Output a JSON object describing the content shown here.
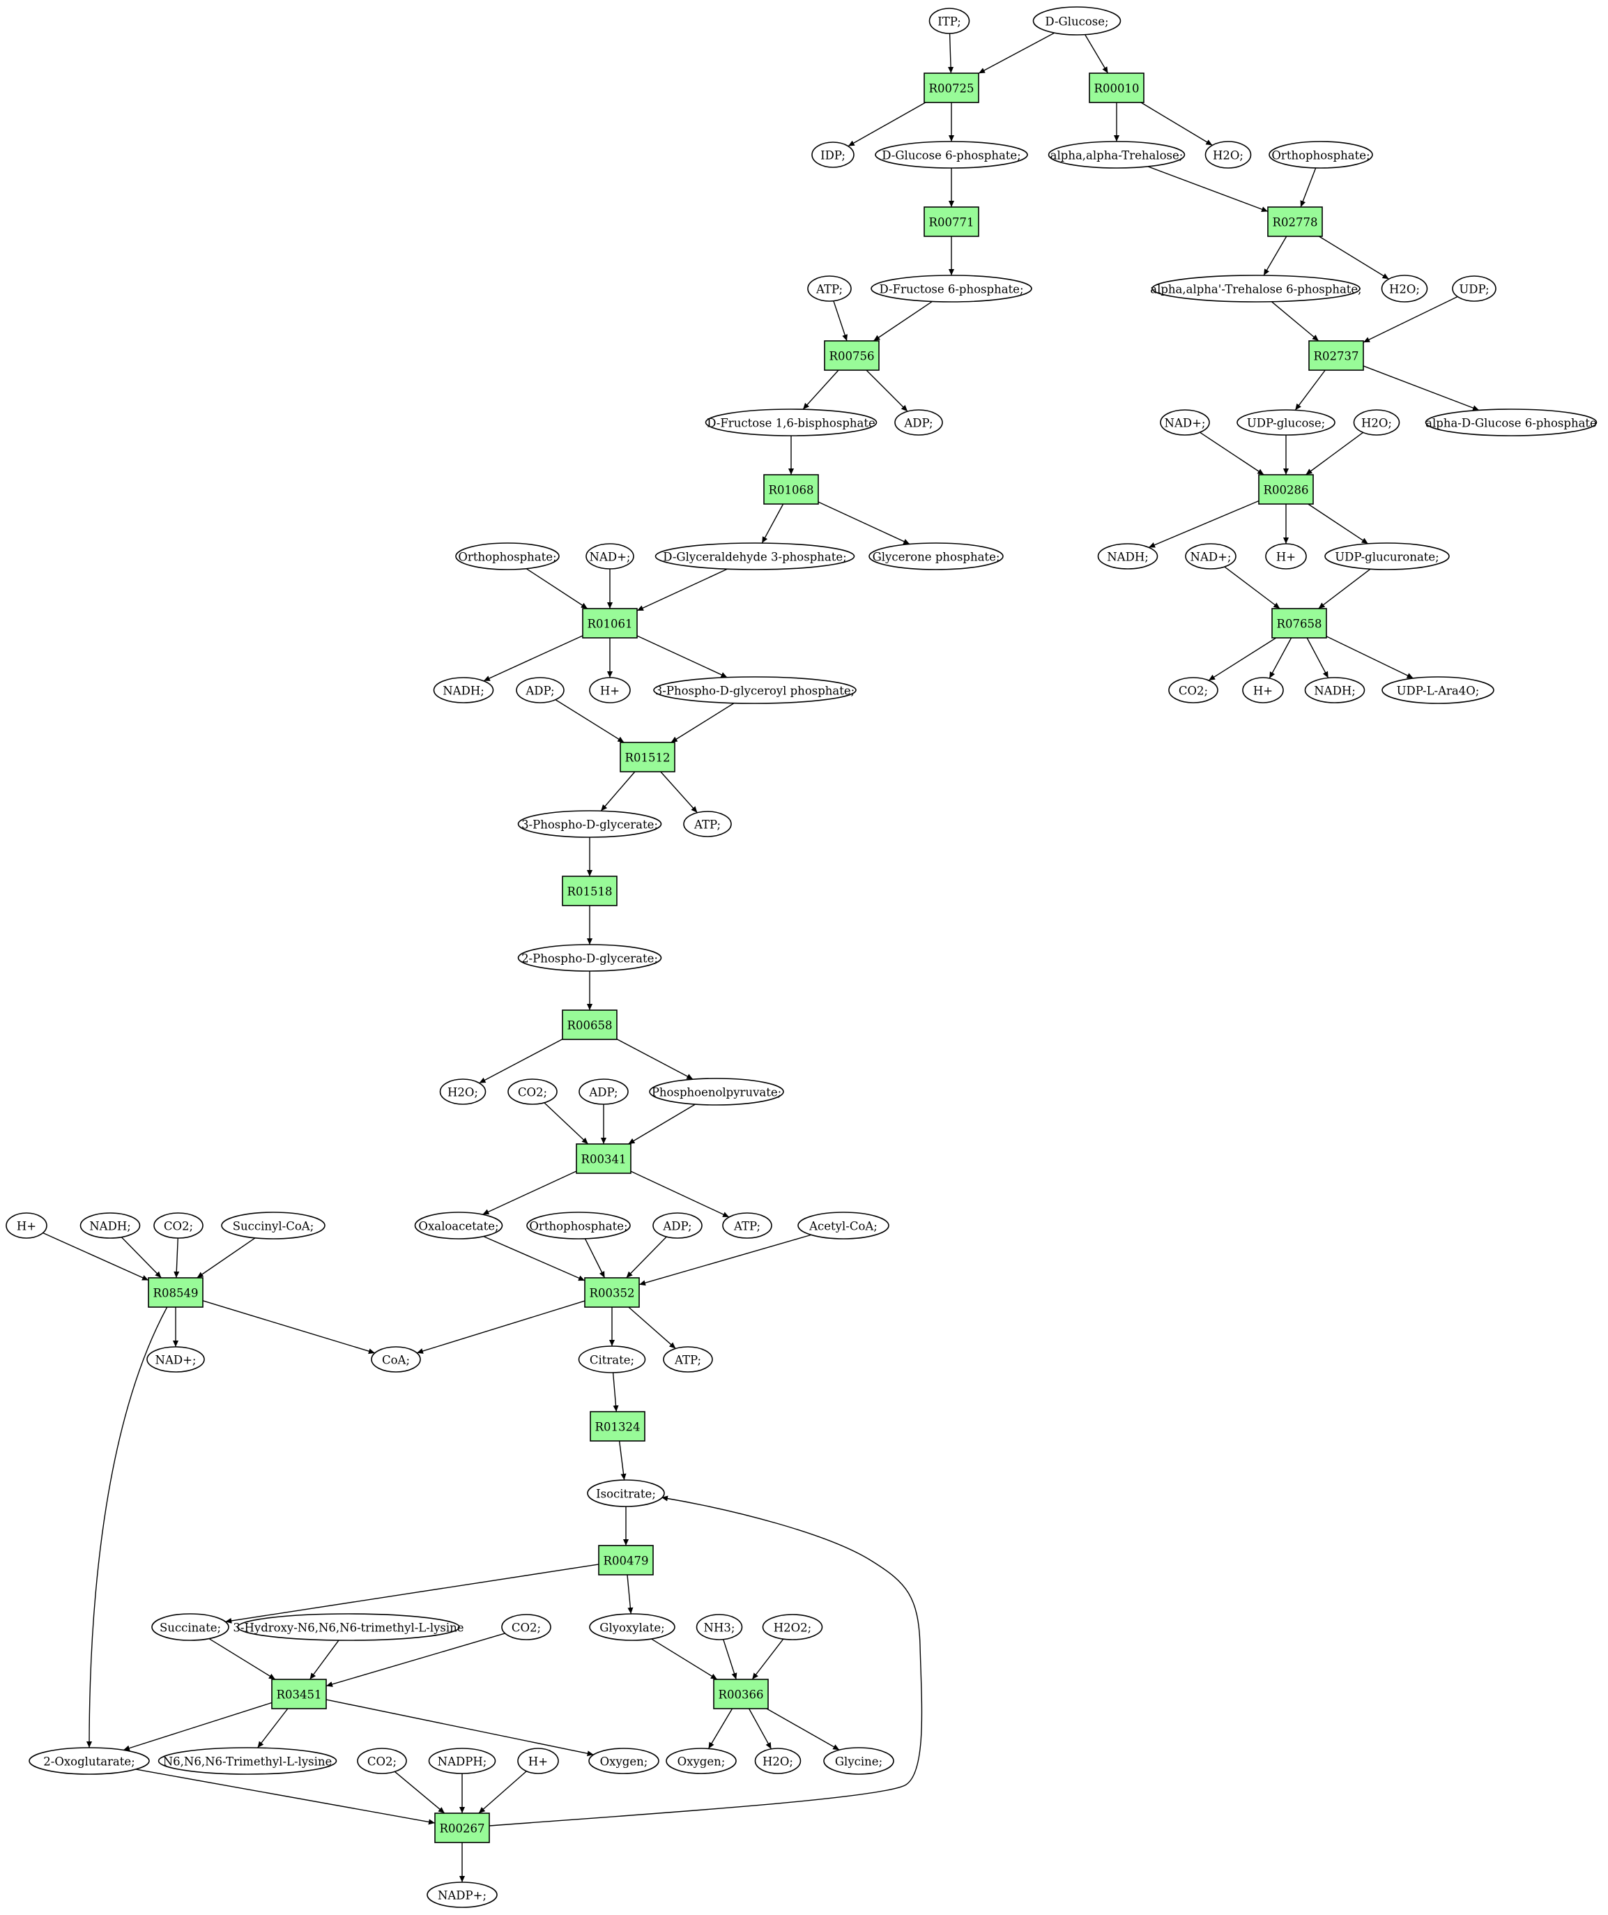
{
  "colors": {
    "background": "#ffffff",
    "reaction_fill": "#98fb98",
    "start_fill": "#00ff00",
    "target_fill": "#ffff00",
    "default_fill": "#ffffff"
  },
  "nodes": {
    "itp": {
      "label": "ITP;",
      "shape": "ellipse"
    },
    "dglucose": {
      "label": "D-Glucose;",
      "shape": "ellipse",
      "fill": "start"
    },
    "r00725": {
      "label": "R00725",
      "shape": "box"
    },
    "r00010": {
      "label": "R00010",
      "shape": "box"
    },
    "idp": {
      "label": "IDP;",
      "shape": "ellipse"
    },
    "g6p": {
      "label": "D-Glucose 6-phosphate;",
      "shape": "ellipse"
    },
    "trehalose": {
      "label": "alpha,alpha-Trehalose;",
      "shape": "ellipse"
    },
    "h2o_1": {
      "label": "H2O;",
      "shape": "ellipse"
    },
    "pi_1": {
      "label": "Orthophosphate;",
      "shape": "ellipse"
    },
    "r00771": {
      "label": "R00771",
      "shape": "box"
    },
    "r02778": {
      "label": "R02778",
      "shape": "box"
    },
    "atp_1": {
      "label": "ATP;",
      "shape": "ellipse"
    },
    "f6p": {
      "label": "D-Fructose 6-phosphate;",
      "shape": "ellipse"
    },
    "t6p": {
      "label": "alpha,alpha'-Trehalose 6-phosphate;",
      "shape": "ellipse"
    },
    "h2o_2": {
      "label": "H2O;",
      "shape": "ellipse"
    },
    "udp": {
      "label": "UDP;",
      "shape": "ellipse"
    },
    "r00756": {
      "label": "R00756",
      "shape": "box"
    },
    "r02737": {
      "label": "R02737",
      "shape": "box"
    },
    "fbp": {
      "label": "D-Fructose 1,6-bisphosphate",
      "shape": "ellipse"
    },
    "adp_1": {
      "label": "ADP;",
      "shape": "ellipse"
    },
    "nadp_1": {
      "label": "NAD+;",
      "shape": "ellipse"
    },
    "udpglc": {
      "label": "UDP-glucose;",
      "shape": "ellipse"
    },
    "h2o_3": {
      "label": "H2O;",
      "shape": "ellipse"
    },
    "ag6p": {
      "label": "alpha-D-Glucose 6-phosphate",
      "shape": "ellipse"
    },
    "r01068": {
      "label": "R01068",
      "shape": "box"
    },
    "r00286": {
      "label": "R00286",
      "shape": "box"
    },
    "pi_2": {
      "label": "Orthophosphate;",
      "shape": "ellipse"
    },
    "nad_2": {
      "label": "NAD+;",
      "shape": "ellipse"
    },
    "gap": {
      "label": "D-Glyceraldehyde 3-phosphate;",
      "shape": "ellipse"
    },
    "dhap": {
      "label": "Glycerone phosphate;",
      "shape": "ellipse"
    },
    "nadh_1": {
      "label": "NADH;",
      "shape": "ellipse"
    },
    "nad_3": {
      "label": "NAD+;",
      "shape": "ellipse"
    },
    "h_1": {
      "label": "H+",
      "shape": "ellipse"
    },
    "udpglcA": {
      "label": "UDP-glucuronate;",
      "shape": "ellipse"
    },
    "r01061": {
      "label": "R01061",
      "shape": "box"
    },
    "r07658": {
      "label": "R07658",
      "shape": "box"
    },
    "nadh_2": {
      "label": "NADH;",
      "shape": "ellipse"
    },
    "adp_2": {
      "label": "ADP;",
      "shape": "ellipse"
    },
    "h_2": {
      "label": "H+",
      "shape": "ellipse"
    },
    "bpg": {
      "label": "3-Phospho-D-glyceroyl phosphate;",
      "shape": "ellipse"
    },
    "co2_1": {
      "label": "CO2;",
      "shape": "ellipse"
    },
    "h_3": {
      "label": "H+",
      "shape": "ellipse"
    },
    "nadh_3": {
      "label": "NADH;",
      "shape": "ellipse"
    },
    "udpara": {
      "label": "UDP-L-Ara4O;",
      "shape": "ellipse"
    },
    "r01512": {
      "label": "R01512",
      "shape": "box"
    },
    "pg3": {
      "label": "3-Phospho-D-glycerate;",
      "shape": "ellipse"
    },
    "atp_2": {
      "label": "ATP;",
      "shape": "ellipse"
    },
    "r01518": {
      "label": "R01518",
      "shape": "box"
    },
    "pg2": {
      "label": "2-Phospho-D-glycerate;",
      "shape": "ellipse"
    },
    "r00658": {
      "label": "R00658",
      "shape": "box"
    },
    "h2o_4": {
      "label": "H2O;",
      "shape": "ellipse"
    },
    "co2_2": {
      "label": "CO2;",
      "shape": "ellipse"
    },
    "adp_3": {
      "label": "ADP;",
      "shape": "ellipse"
    },
    "pep": {
      "label": "Phosphoenolpyruvate;",
      "shape": "ellipse"
    },
    "r00341": {
      "label": "R00341",
      "shape": "box"
    },
    "h_4": {
      "label": "H+",
      "shape": "ellipse"
    },
    "nadh_4": {
      "label": "NADH;",
      "shape": "ellipse"
    },
    "co2_3": {
      "label": "CO2;",
      "shape": "ellipse"
    },
    "succoa": {
      "label": "Succinyl-CoA;",
      "shape": "ellipse"
    },
    "oaa": {
      "label": "Oxaloacetate;",
      "shape": "ellipse"
    },
    "pi_3": {
      "label": "Orthophosphate;",
      "shape": "ellipse"
    },
    "adp_4": {
      "label": "ADP;",
      "shape": "ellipse"
    },
    "atp_3": {
      "label": "ATP;",
      "shape": "ellipse"
    },
    "accoa": {
      "label": "Acetyl-CoA;",
      "shape": "ellipse"
    },
    "r08549": {
      "label": "R08549",
      "shape": "box"
    },
    "r00352": {
      "label": "R00352",
      "shape": "box"
    },
    "nad_4": {
      "label": "NAD+;",
      "shape": "ellipse"
    },
    "coa": {
      "label": "CoA;",
      "shape": "ellipse"
    },
    "citrate": {
      "label": "Citrate;",
      "shape": "ellipse"
    },
    "atp_4": {
      "label": "ATP;",
      "shape": "ellipse"
    },
    "r01324": {
      "label": "R01324",
      "shape": "box"
    },
    "isocitrate": {
      "label": "Isocitrate;",
      "shape": "ellipse"
    },
    "r00479": {
      "label": "R00479",
      "shape": "box"
    },
    "succinate": {
      "label": "Succinate;",
      "shape": "ellipse"
    },
    "hydroxylys": {
      "label": "3-Hydroxy-N6,N6,N6-trimethyl-L-lysine",
      "shape": "ellipse"
    },
    "co2_4": {
      "label": "CO2;",
      "shape": "ellipse"
    },
    "glyoxylate": {
      "label": "Glyoxylate;",
      "shape": "ellipse"
    },
    "nh3": {
      "label": "NH3;",
      "shape": "ellipse"
    },
    "h2o2": {
      "label": "H2O2;",
      "shape": "ellipse"
    },
    "r03451": {
      "label": "R03451",
      "shape": "box"
    },
    "r00366": {
      "label": "R00366",
      "shape": "box"
    },
    "oxoglut": {
      "label": "2-Oxoglutarate;",
      "shape": "ellipse"
    },
    "tmlys": {
      "label": "N6,N6,N6-Trimethyl-L-lysine",
      "shape": "ellipse"
    },
    "co2_5": {
      "label": "CO2;",
      "shape": "ellipse"
    },
    "nadph": {
      "label": "NADPH;",
      "shape": "ellipse"
    },
    "h_5": {
      "label": "H+",
      "shape": "ellipse"
    },
    "oxygen_1": {
      "label": "Oxygen;",
      "shape": "ellipse"
    },
    "oxygen_2": {
      "label": "Oxygen;",
      "shape": "ellipse"
    },
    "h2o_5": {
      "label": "H2O;",
      "shape": "ellipse"
    },
    "glycine": {
      "label": "Glycine;",
      "shape": "ellipse",
      "fill": "target"
    },
    "r00267": {
      "label": "R00267",
      "shape": "box"
    },
    "nadpplus": {
      "label": "NADP+;",
      "shape": "ellipse"
    }
  },
  "edges": [
    [
      "itp",
      "r00725"
    ],
    [
      "dglucose",
      "r00725"
    ],
    [
      "dglucose",
      "r00010"
    ],
    [
      "r00725",
      "idp"
    ],
    [
      "r00725",
      "g6p"
    ],
    [
      "r00010",
      "trehalose"
    ],
    [
      "r00010",
      "h2o_1"
    ],
    [
      "g6p",
      "r00771"
    ],
    [
      "r00771",
      "f6p"
    ],
    [
      "trehalose",
      "r02778"
    ],
    [
      "pi_1",
      "r02778"
    ],
    [
      "r02778",
      "t6p"
    ],
    [
      "r02778",
      "h2o_2"
    ],
    [
      "atp_1",
      "r00756"
    ],
    [
      "f6p",
      "r00756"
    ],
    [
      "r00756",
      "fbp"
    ],
    [
      "r00756",
      "adp_1"
    ],
    [
      "t6p",
      "r02737"
    ],
    [
      "udp",
      "r02737"
    ],
    [
      "r02737",
      "udpglc"
    ],
    [
      "r02737",
      "ag6p"
    ],
    [
      "fbp",
      "r01068"
    ],
    [
      "r01068",
      "gap"
    ],
    [
      "r01068",
      "dhap"
    ],
    [
      "nadp_1",
      "r00286"
    ],
    [
      "udpglc",
      "r00286"
    ],
    [
      "h2o_3",
      "r00286"
    ],
    [
      "r00286",
      "nadh_1"
    ],
    [
      "r00286",
      "h_1"
    ],
    [
      "r00286",
      "udpglcA"
    ],
    [
      "pi_2",
      "r01061"
    ],
    [
      "nad_2",
      "r01061"
    ],
    [
      "gap",
      "r01061"
    ],
    [
      "r01061",
      "nadh_2"
    ],
    [
      "r01061",
      "h_2"
    ],
    [
      "r01061",
      "bpg"
    ],
    [
      "nad_3",
      "r07658"
    ],
    [
      "udpglcA",
      "r07658"
    ],
    [
      "r07658",
      "co2_1"
    ],
    [
      "r07658",
      "h_3"
    ],
    [
      "r07658",
      "nadh_3"
    ],
    [
      "r07658",
      "udpara"
    ],
    [
      "adp_2",
      "r01512"
    ],
    [
      "bpg",
      "r01512"
    ],
    [
      "r01512",
      "pg3"
    ],
    [
      "r01512",
      "atp_2"
    ],
    [
      "pg3",
      "r01518"
    ],
    [
      "r01518",
      "pg2"
    ],
    [
      "pg2",
      "r00658"
    ],
    [
      "r00658",
      "h2o_4"
    ],
    [
      "r00658",
      "pep"
    ],
    [
      "co2_2",
      "r00341"
    ],
    [
      "adp_3",
      "r00341"
    ],
    [
      "pep",
      "r00341"
    ],
    [
      "r00341",
      "oaa"
    ],
    [
      "r00341",
      "atp_3"
    ],
    [
      "h_4",
      "r08549"
    ],
    [
      "nadh_4",
      "r08549"
    ],
    [
      "co2_3",
      "r08549"
    ],
    [
      "succoa",
      "r08549"
    ],
    [
      "r08549",
      "nad_4"
    ],
    [
      "r08549",
      "coa"
    ],
    [
      "oaa",
      "r00352"
    ],
    [
      "pi_3",
      "r00352"
    ],
    [
      "adp_4",
      "r00352"
    ],
    [
      "accoa",
      "r00352"
    ],
    [
      "r00352",
      "coa"
    ],
    [
      "r00352",
      "citrate"
    ],
    [
      "r00352",
      "atp_4"
    ],
    [
      "citrate",
      "r01324"
    ],
    [
      "r01324",
      "isocitrate"
    ],
    [
      "isocitrate",
      "r00479"
    ],
    [
      "r00479",
      "succinate"
    ],
    [
      "r00479",
      "glyoxylate"
    ],
    [
      "succinate",
      "r03451"
    ],
    [
      "hydroxylys",
      "r03451"
    ],
    [
      "co2_4",
      "r03451"
    ],
    [
      "r03451",
      "oxoglut"
    ],
    [
      "r03451",
      "tmlys"
    ],
    [
      "r03451",
      "oxygen_1"
    ],
    [
      "glyoxylate",
      "r00366"
    ],
    [
      "nh3",
      "r00366"
    ],
    [
      "h2o2",
      "r00366"
    ],
    [
      "r00366",
      "oxygen_2"
    ],
    [
      "r00366",
      "h2o_5"
    ],
    [
      "r00366",
      "glycine"
    ],
    [
      "oxoglut",
      "r00267"
    ],
    [
      "co2_5",
      "r00267"
    ],
    [
      "nadph",
      "r00267"
    ],
    [
      "h_5",
      "r00267"
    ],
    [
      "r00267",
      "nadpplus"
    ],
    [
      "r08549",
      "oxoglut"
    ],
    [
      "r00267",
      "isocitrate"
    ]
  ]
}
